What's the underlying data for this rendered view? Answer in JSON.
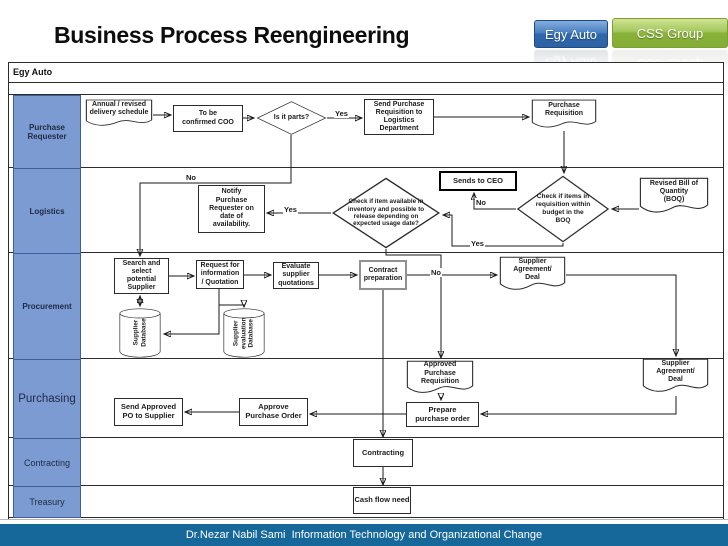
{
  "title": "Business Process Reengineering",
  "buttons": [
    {
      "label": "Egy Auto",
      "color": "#3068ac"
    },
    {
      "label": "CSS Group",
      "color": "#8ab23a"
    }
  ],
  "chart": {
    "header": "Egy Auto",
    "lanes": [
      "Purchase\nRequester",
      "Logistics",
      "Procurement",
      "Purchasing",
      "Contracting",
      "Treasury"
    ],
    "nodes": [
      {
        "id": "annual-delivery-schedule",
        "type": "document",
        "lane": "Purchase Requester",
        "label": "Annual / revised\ndelivery schedule"
      },
      {
        "id": "to-be-confirmed-coo",
        "type": "process",
        "lane": "Purchase Requester",
        "label": "To be\nconfirmed COO"
      },
      {
        "id": "is-it-parts",
        "type": "decision",
        "lane": "Purchase Requester",
        "label": "Is it parts?"
      },
      {
        "id": "send-purchase-requisition",
        "type": "process",
        "lane": "Purchase Requester",
        "label": "Send Purchase\nRequisition to\nLogistics\nDepartment"
      },
      {
        "id": "purchase-requisition",
        "type": "document",
        "lane": "Purchase Requester",
        "label": "Purchase\nRequisition"
      },
      {
        "id": "notify-purchase-requester",
        "type": "process",
        "lane": "Logistics",
        "label": "Notify\nPurchase\nRequester on\ndate of\navailability."
      },
      {
        "id": "inventory-availability-check",
        "type": "decision",
        "lane": "Logistics",
        "label": "Check if item available in\ninventory and possible to\nrelease depending on\nexpected usage date?"
      },
      {
        "id": "sends-to-ceo",
        "type": "process",
        "lane": "Logistics",
        "label": "Sends to CEO"
      },
      {
        "id": "budget-check-boq",
        "type": "decision",
        "lane": "Logistics",
        "label": "Check if items in\nrequisition within\nbudget in the\nBOQ"
      },
      {
        "id": "revised-boq",
        "type": "document",
        "lane": "Logistics",
        "label": "Revised Bill of\nQuantity\n(BOQ)"
      },
      {
        "id": "search-select-supplier",
        "type": "process",
        "lane": "Procurement",
        "label": "Search and\nselect\npotential\nSupplier"
      },
      {
        "id": "request-for-information",
        "type": "process",
        "lane": "Procurement",
        "label": "Request for\ninformation\n/ Quotation"
      },
      {
        "id": "evaluate-supplier-quotations",
        "type": "process",
        "lane": "Procurement",
        "label": "Evaluate\nsupplier\nquotations"
      },
      {
        "id": "contract-preparation",
        "type": "process",
        "lane": "Procurement",
        "label": "Contract\npreparation"
      },
      {
        "id": "supplier-agreement-deal-1",
        "type": "document",
        "lane": "Procurement",
        "label": "Supplier\nAgreement/\nDeal"
      },
      {
        "id": "supplier-database",
        "type": "database",
        "lane": "Procurement",
        "label": "Supplier\nDatabase"
      },
      {
        "id": "supplier-evaluation-database",
        "type": "database",
        "lane": "Procurement",
        "label": "Supplier\nevaluation\nDatabase"
      },
      {
        "id": "approved-purchase-requisition",
        "type": "document",
        "lane": "Purchasing",
        "label": "Approved\nPurchase\nRequisition"
      },
      {
        "id": "prepare-purchase-order",
        "type": "process",
        "lane": "Purchasing",
        "label": "Prepare\npurchase order"
      },
      {
        "id": "supplier-agreement-deal-2",
        "type": "document",
        "lane": "Purchasing",
        "label": "Supplier\nAgreement/\nDeal"
      },
      {
        "id": "send-approved-po",
        "type": "process",
        "lane": "Purchasing",
        "label": "Send Approved\nPO to Supplier"
      },
      {
        "id": "approve-purchase-order",
        "type": "process",
        "lane": "Purchasing",
        "label": "Approve\nPurchase Order"
      },
      {
        "id": "contracting",
        "type": "process",
        "lane": "Contracting",
        "label": "Contracting"
      },
      {
        "id": "cash-flow-need",
        "type": "process",
        "lane": "Treasury",
        "label": "Cash flow need"
      }
    ],
    "edge_labels": [
      {
        "text": "Yes",
        "edge": "is-it-parts-yes"
      },
      {
        "text": "No",
        "edge": "is-it-parts-no"
      },
      {
        "text": "Yes",
        "edge": "inventory-check-yes"
      },
      {
        "text": "No",
        "edge": "budget-check-no"
      },
      {
        "text": "Yes",
        "edge": "budget-check-yes"
      },
      {
        "text": "No",
        "edge": "inventory-check-no"
      }
    ]
  },
  "footer": {
    "text": "Dr.Nezar Nabil Sami  Information Technology and Organizational Change"
  },
  "colors": {
    "lane_fill": "#7b9bd2",
    "lane_border": "#3b5e9e",
    "button_blue": "#3068ac",
    "button_green": "#8ab23a",
    "footer_bar": "#16689b"
  }
}
